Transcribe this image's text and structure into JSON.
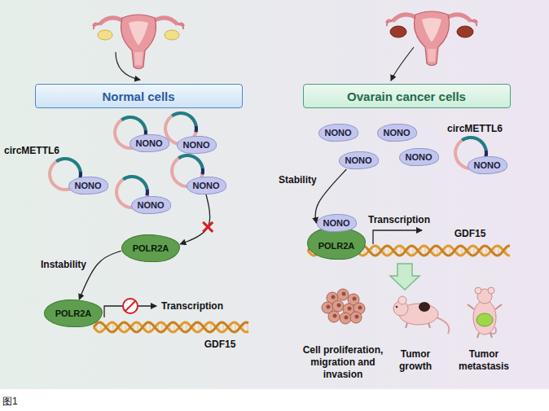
{
  "diagram": {
    "caption": "图1",
    "nodes": [
      {
        "text": [
          "Normal cells"
        ]
      },
      {
        "text": [
          "Ovarain cancer cells"
        ]
      },
      {
        "text": [
          "NONO"
        ]
      },
      {
        "text": [
          "NONO"
        ]
      },
      {
        "text": [
          "NONO"
        ]
      },
      {
        "text": [
          "NONO"
        ]
      },
      {
        "text": [
          "NONO"
        ]
      },
      {
        "text": [
          "POLR2A"
        ]
      },
      {
        "text": [
          "POLR2A"
        ]
      },
      {
        "text": [
          "NONO"
        ]
      },
      {
        "text": [
          "NONO"
        ]
      },
      {
        "text": [
          "NONO"
        ]
      },
      {
        "text": [
          "NONO"
        ]
      },
      {
        "text": [
          "NONO"
        ]
      },
      {
        "text": [
          "NONO"
        ]
      },
      {
        "text": [
          "POLR2A"
        ]
      }
    ],
    "edges": [
      {
        "from": 6,
        "to": 7,
        "arrow": "to"
      },
      {
        "from": 7,
        "to": 8,
        "arrow": "to",
        "label": "Instability"
      },
      {
        "from": 11,
        "to": 14,
        "arrow": "to",
        "label": "Stability"
      }
    ],
    "labels": [
      "circMETTL6",
      "Transcription",
      "GDF15",
      "circMETTL6",
      "Transcription",
      "GDF15",
      "Cell proliferation, migration and invasion",
      "Tumor growth",
      "Tumor metastasis"
    ]
  }
}
